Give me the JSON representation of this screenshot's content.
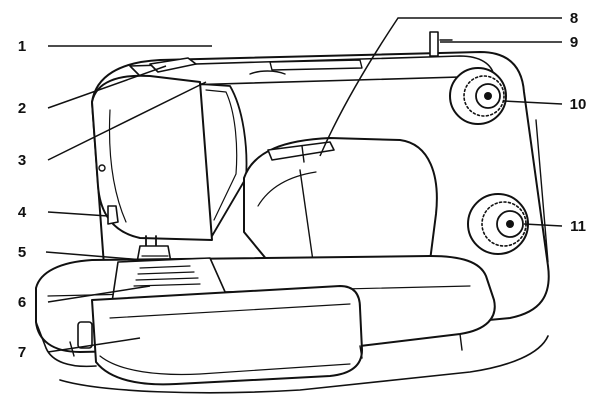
{
  "diagram": {
    "callouts": [
      {
        "label": "1"
      },
      {
        "label": "2"
      },
      {
        "label": "3"
      },
      {
        "label": "4"
      },
      {
        "label": "5"
      },
      {
        "label": "6"
      },
      {
        "label": "7"
      },
      {
        "label": "8"
      },
      {
        "label": "9"
      },
      {
        "label": "10"
      },
      {
        "label": "11"
      }
    ]
  },
  "colors": {
    "ink": "#111111",
    "paper": "#ffffff",
    "shade": "#e6e6e6"
  }
}
